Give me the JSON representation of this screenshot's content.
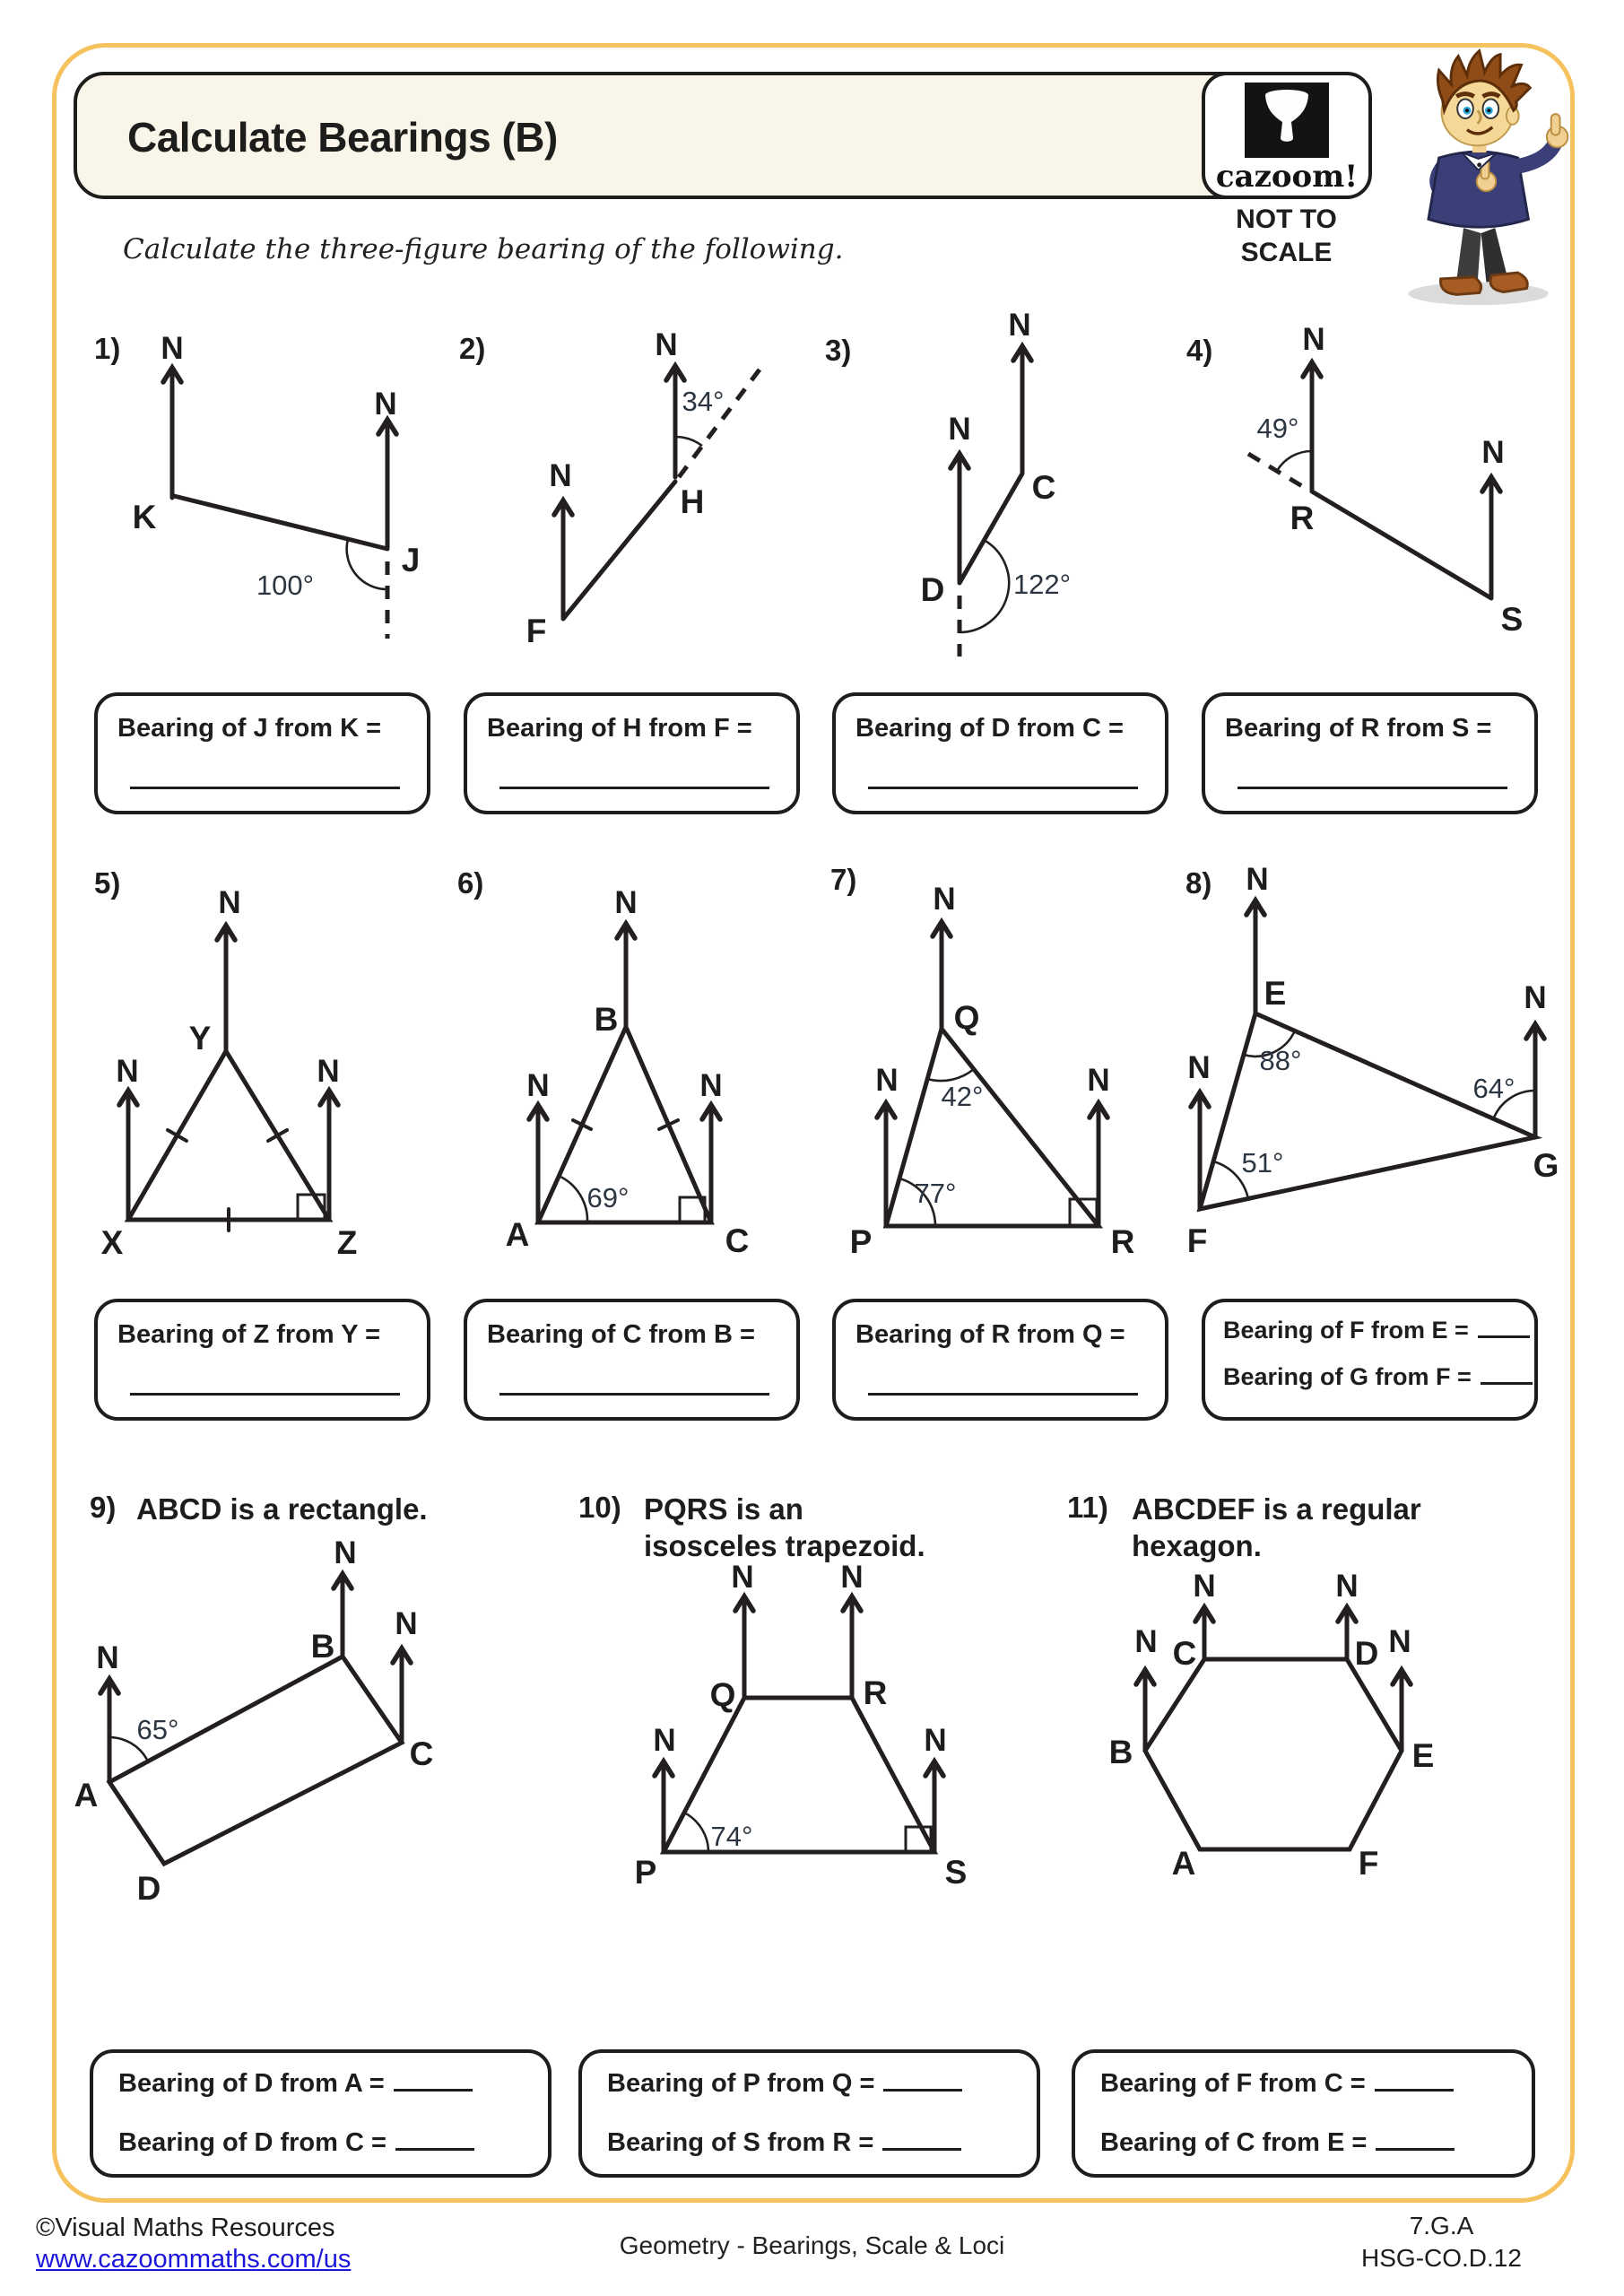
{
  "page": {
    "title": "Calculate Bearings (B)",
    "brand": "cazoom!",
    "scale_note": "NOT TO SCALE",
    "instruction": "Calculate the three-figure bearing of the following.",
    "north": "N",
    "colors": {
      "accent": "#f6c25e",
      "ink": "#231f20",
      "link": "#1c16dd"
    }
  },
  "problems": [
    {
      "num": "1)",
      "angle": "100°",
      "p": {
        "a": "K",
        "b": "J"
      }
    },
    {
      "num": "2)",
      "angle": "34°",
      "p": {
        "a": "F",
        "b": "H"
      }
    },
    {
      "num": "3)",
      "angle": "122°",
      "p": {
        "a": "D",
        "b": "C"
      }
    },
    {
      "num": "4)",
      "angle": "49°",
      "p": {
        "a": "R",
        "b": "S"
      }
    },
    {
      "num": "5)",
      "p": {
        "a": "X",
        "b": "Y",
        "c": "Z"
      }
    },
    {
      "num": "6)",
      "angle": "69°",
      "p": {
        "a": "A",
        "b": "B",
        "c": "C"
      }
    },
    {
      "num": "7)",
      "angle": "42°",
      "angle2": "77°",
      "p": {
        "a": "P",
        "b": "Q",
        "c": "R"
      }
    },
    {
      "num": "8)",
      "angle": "88°",
      "angle2": "51°",
      "angle3": "64°",
      "p": {
        "a": "E",
        "b": "F",
        "c": "G"
      }
    },
    {
      "num": "9)",
      "caption": "ABCD is a rectangle.",
      "angle": "65°",
      "p": {
        "a": "A",
        "b": "B",
        "c": "C",
        "d": "D"
      }
    },
    {
      "num": "10)",
      "caption": "PQRS is an\nisosceles trapezoid.",
      "angle": "74°",
      "p": {
        "a": "P",
        "b": "Q",
        "c": "R",
        "d": "S"
      }
    },
    {
      "num": "11)",
      "caption": "ABCDEF is a regular\nhexagon.",
      "p": {
        "a": "A",
        "b": "B",
        "c": "C",
        "d": "D",
        "e": "E",
        "f": "F"
      }
    }
  ],
  "answers": {
    "row1": [
      "Bearing of J from K =",
      "Bearing of H from F =",
      "Bearing of D from C =",
      "Bearing of R from S ="
    ],
    "row2": [
      "Bearing of Z from Y =",
      "Bearing of C from B =",
      "Bearing of R from Q ="
    ],
    "row2_double": [
      "Bearing of F from E =",
      "Bearing of G from F ="
    ],
    "row3": [
      [
        "Bearing of D from A =",
        "Bearing of D from C ="
      ],
      [
        "Bearing of P from Q =",
        "Bearing of S from R ="
      ],
      [
        "Bearing of F from C =",
        "Bearing of C from E ="
      ]
    ]
  },
  "footer": {
    "copyright": "©Visual Maths Resources",
    "url": "www.cazoommaths.com/us",
    "center": "Geometry - Bearings, Scale & Loci",
    "code1": "7.G.A",
    "code2": "HSG-CO.D.12"
  }
}
